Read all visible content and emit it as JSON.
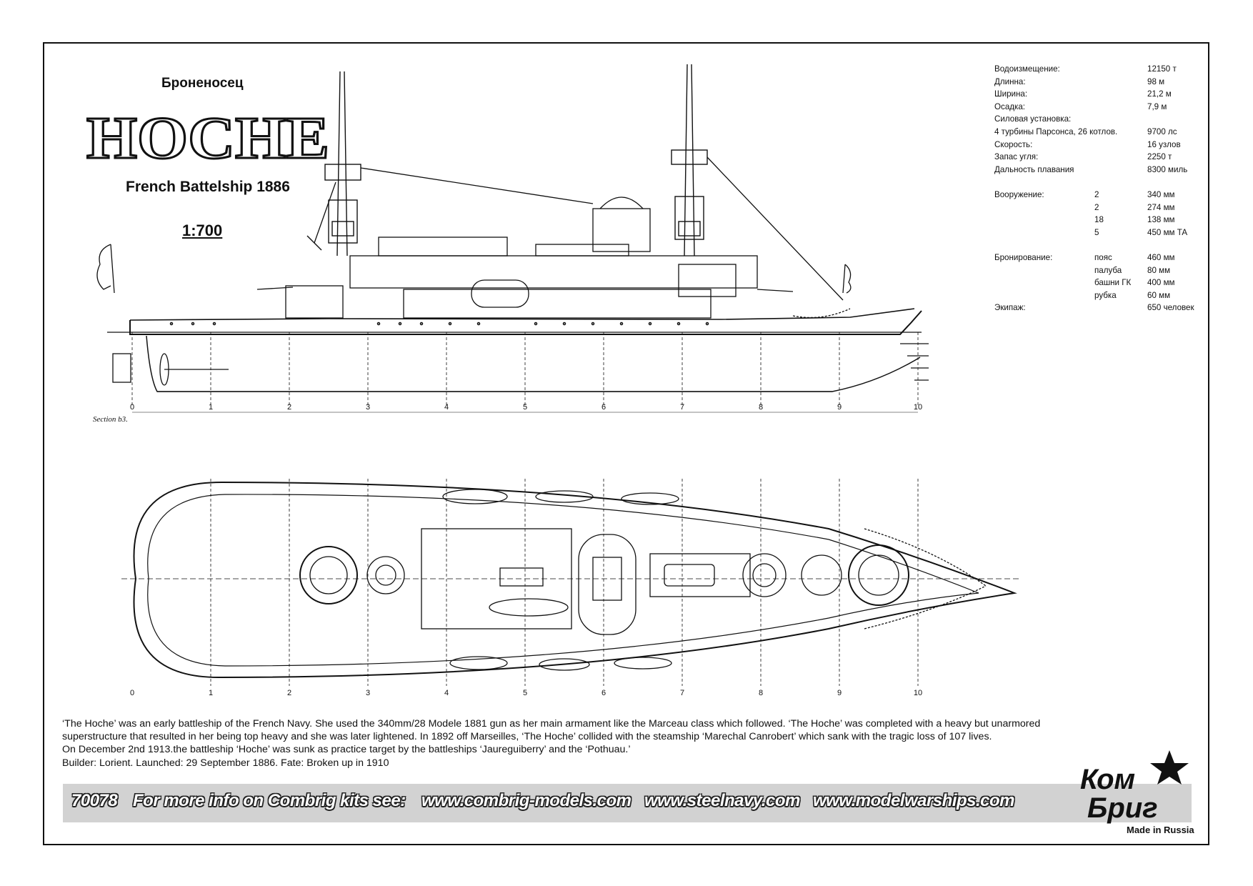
{
  "header": {
    "subtitle": "Броненосец",
    "title": "HOCHE",
    "ship_line": "French Battelship 1886",
    "scale": "1:700"
  },
  "specs": [
    {
      "label": "Водоизмещение:",
      "qty": "",
      "value": "12150 т"
    },
    {
      "label": "Длинна:",
      "qty": "",
      "value": "98 м"
    },
    {
      "label": "Ширина:",
      "qty": "",
      "value": "21,2 м"
    },
    {
      "label": "Осадка:",
      "qty": "",
      "value": "7,9 м"
    },
    {
      "label": "Силовая установка:",
      "qty": "",
      "value": ""
    },
    {
      "label": "4 турбины Парсонса, 26 котлов.",
      "qty": "",
      "value": "9700 лс"
    },
    {
      "label": "Скорость:",
      "qty": "",
      "value": "16 узлов"
    },
    {
      "label": "Запас угля:",
      "qty": "",
      "value": "2250 т"
    },
    {
      "label": "Дальность плавания",
      "qty": "",
      "value": "8300 миль"
    },
    {
      "gap": true
    },
    {
      "label": "Вооружение:",
      "qty": "2",
      "value": "340 мм"
    },
    {
      "label": "",
      "qty": "2",
      "value": "274 мм"
    },
    {
      "label": "",
      "qty": "18",
      "value": "138 мм"
    },
    {
      "label": "",
      "qty": "5",
      "value": "450 мм ТА"
    },
    {
      "gap": true
    },
    {
      "label": "Бронирование:",
      "qty": "пояс",
      "value": "460 мм"
    },
    {
      "label": "",
      "qty": "палуба",
      "value": "80 мм"
    },
    {
      "label": "",
      "qty": "башни ГК",
      "value": "400 мм"
    },
    {
      "label": "",
      "qty": "рубка",
      "value": "60 мм"
    },
    {
      "label": "Экипаж:",
      "qty": "",
      "value": "650 человек"
    }
  ],
  "description": {
    "line1": "‘The Hoche’ was an early battleship of the French Navy. She used the 340mm/28 Modele 1881 gun as her main armament like the Marceau class which followed. ‘The Hoche’ was completed with a heavy but unarmored",
    "line2": "superstructure that resulted in her being top heavy and she was later lightened. In 1892 off Marseilles, ‘The Hoche’ collided with the steamship ‘Marechal Canrobert’ which sank with the tragic loss of 107 lives.",
    "line3": "On December 2nd 1913.the battleship ‘Hoche’ was sunk as practice target by the battleships ‘Jaureguiberry’ and the ‘Pothuau.’",
    "line4": "Builder: Lorient. Launched: 29 September 1886. Fate: Broken up in 1910"
  },
  "info_bar": {
    "code": "70078",
    "prompt": "For more info on Combrig kits see:",
    "site1": "www.combrig-models.com",
    "site2": "www.steelnavy.com",
    "site3": "www.modelwarships.com"
  },
  "logo": {
    "top": "Ком",
    "bottom": "Бриг",
    "made_in": "Made in Russia"
  },
  "drawing": {
    "frame_numbers": [
      "0",
      "1",
      "2",
      "3",
      "4",
      "5",
      "6",
      "7",
      "8",
      "9",
      "10"
    ],
    "section_label": "Section b3."
  }
}
